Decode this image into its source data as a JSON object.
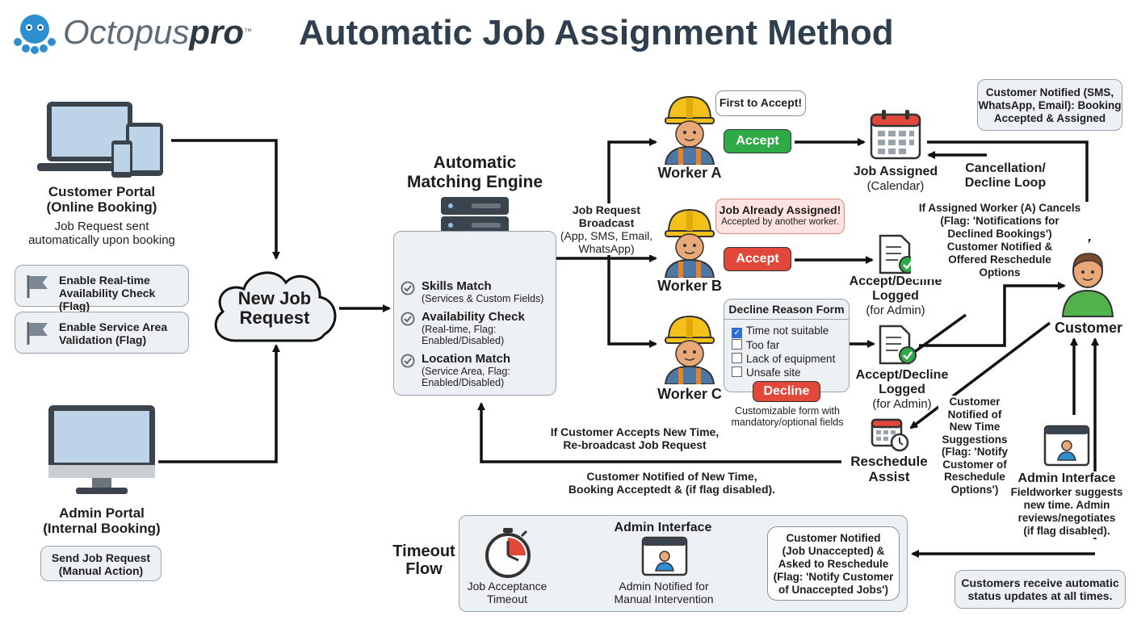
{
  "brand": {
    "name_main": "Octopus",
    "name_accent": "pro",
    "tm": "™"
  },
  "title": "Automatic Job Assignment Method",
  "customer_portal": {
    "title_line1": "Customer Portal",
    "title_line2": "(Online Booking)",
    "desc_line1": "Job Request sent",
    "desc_line2": "automatically upon booking"
  },
  "flags": [
    {
      "line1": "Enable Real-time",
      "line2": "Availability Check (Flag)"
    },
    {
      "line1": "Enable Service Area",
      "line2": "Validation (Flag)"
    }
  ],
  "admin_portal": {
    "title_line1": "Admin Portal",
    "title_line2": "(Internal Booking)",
    "action_line1": "Send Job Request",
    "action_line2": "(Manual Action)"
  },
  "new_job": {
    "line1": "New Job",
    "line2": "Request"
  },
  "engine": {
    "title_line1": "Automatic",
    "title_line2": "Matching Engine",
    "checks": [
      {
        "title": "Skills Match",
        "d1": "(Services & Custom Fields)",
        "d2": ""
      },
      {
        "title": "Availability Check",
        "d1": "(Real-time, Flag:",
        "d2": "Enabled/Disabled)"
      },
      {
        "title": "Location Match",
        "d1": "(Service Area, Flag:",
        "d2": "Enabled/Disabled)"
      }
    ]
  },
  "broadcast": {
    "l1": "Job Request",
    "l2": "Broadcast",
    "l3": "(App, SMS, Email,",
    "l4": "WhatsApp)"
  },
  "workers": {
    "a": {
      "name": "Worker A",
      "bubble": "First to Accept!",
      "button": "Accept"
    },
    "b": {
      "name": "Worker B",
      "bubble_title": "Job Already Assigned!",
      "bubble_sub": "Accepted by another worker.",
      "button": "Accept"
    },
    "c": {
      "name": "Worker C",
      "button": "Decline",
      "note_l1": "Customizable form with",
      "note_l2": "mandatory/optional fields"
    }
  },
  "decline_form": {
    "title": "Decline Reason Form",
    "options": [
      {
        "label": "Time not suitable",
        "checked": true
      },
      {
        "label": "Too far",
        "checked": false
      },
      {
        "label": "Lack of equipment",
        "checked": false
      },
      {
        "label": "Unsafe site",
        "checked": false
      }
    ]
  },
  "job_assigned": {
    "l1": "Job Assigned",
    "l2": "(Calendar)"
  },
  "logged_b": {
    "l1": "Accept/Decline",
    "l2": "Logged",
    "l3": "(for Admin)"
  },
  "logged_c": {
    "l1": "Accept/Decline",
    "l2": "Logged",
    "l3": "(for Admin)"
  },
  "notify_box": {
    "l1": "Customer Notified (SMS,",
    "l2": "WhatsApp, Email): Booking",
    "l3": "Accepted & Assigned"
  },
  "cancel_loop": {
    "l1": "Cancellation/",
    "l2": "Decline Loop"
  },
  "cancel_note": {
    "l1": "If Assigned Worker (A) Cancels",
    "l2": "(Flag: 'Notifications for",
    "l3": "Declined Bookings')",
    "l4": "Customer Notified &",
    "l5": "Offered Reschedule",
    "l6": "Options"
  },
  "customer": {
    "label": "Customer"
  },
  "reschedule": {
    "l1": "Reschedule",
    "l2": "Assist"
  },
  "resched_note": {
    "l1": "If Customer Accepts New Time,",
    "l2": "Re-broadcast Job Request"
  },
  "new_time_note": {
    "l1": "Customer Notified of New Time,",
    "l2": "Booking Acceptedt & (if flag disabled)."
  },
  "suggestion_note": {
    "l1": "Customer",
    "l2": "Notified of",
    "l3": "New Time",
    "l4": "Suggestions",
    "l5": "(Flag: 'Notify",
    "l6": "Customer of",
    "l7": "Reschedule",
    "l8": "Options')"
  },
  "admin_interface_right": {
    "title": "Admin Interface",
    "l1": "Fieldworker suggests",
    "l2": "new time. Admin",
    "l3": "reviews/negotiates",
    "l4": "(if flag disabled)."
  },
  "timeout": {
    "label_l1": "Timeout",
    "label_l2": "Flow",
    "timer_l1": "Job Acceptance",
    "timer_l2": "Timeout",
    "admin_title": "Admin Interface",
    "admin_l1": "Admin Notified for",
    "admin_l2": "Manual Intervention",
    "box_l1": "Customer Notified",
    "box_l2": "(Job Unaccepted) &",
    "box_l3": "Asked to Reschedule",
    "box_l4": "(Flag: 'Notify Customer",
    "box_l5": "of Unaccepted Jobs')"
  },
  "status_box": {
    "l1": "Customers receive automatic",
    "l2": "status updates at all times."
  },
  "colors": {
    "accept": "#2eaa46",
    "danger": "#e2483a",
    "brand": "#2e8fd0",
    "hardhat": "#f3c119",
    "customer_shirt": "#52b34c",
    "panel": "#eef1f4"
  }
}
